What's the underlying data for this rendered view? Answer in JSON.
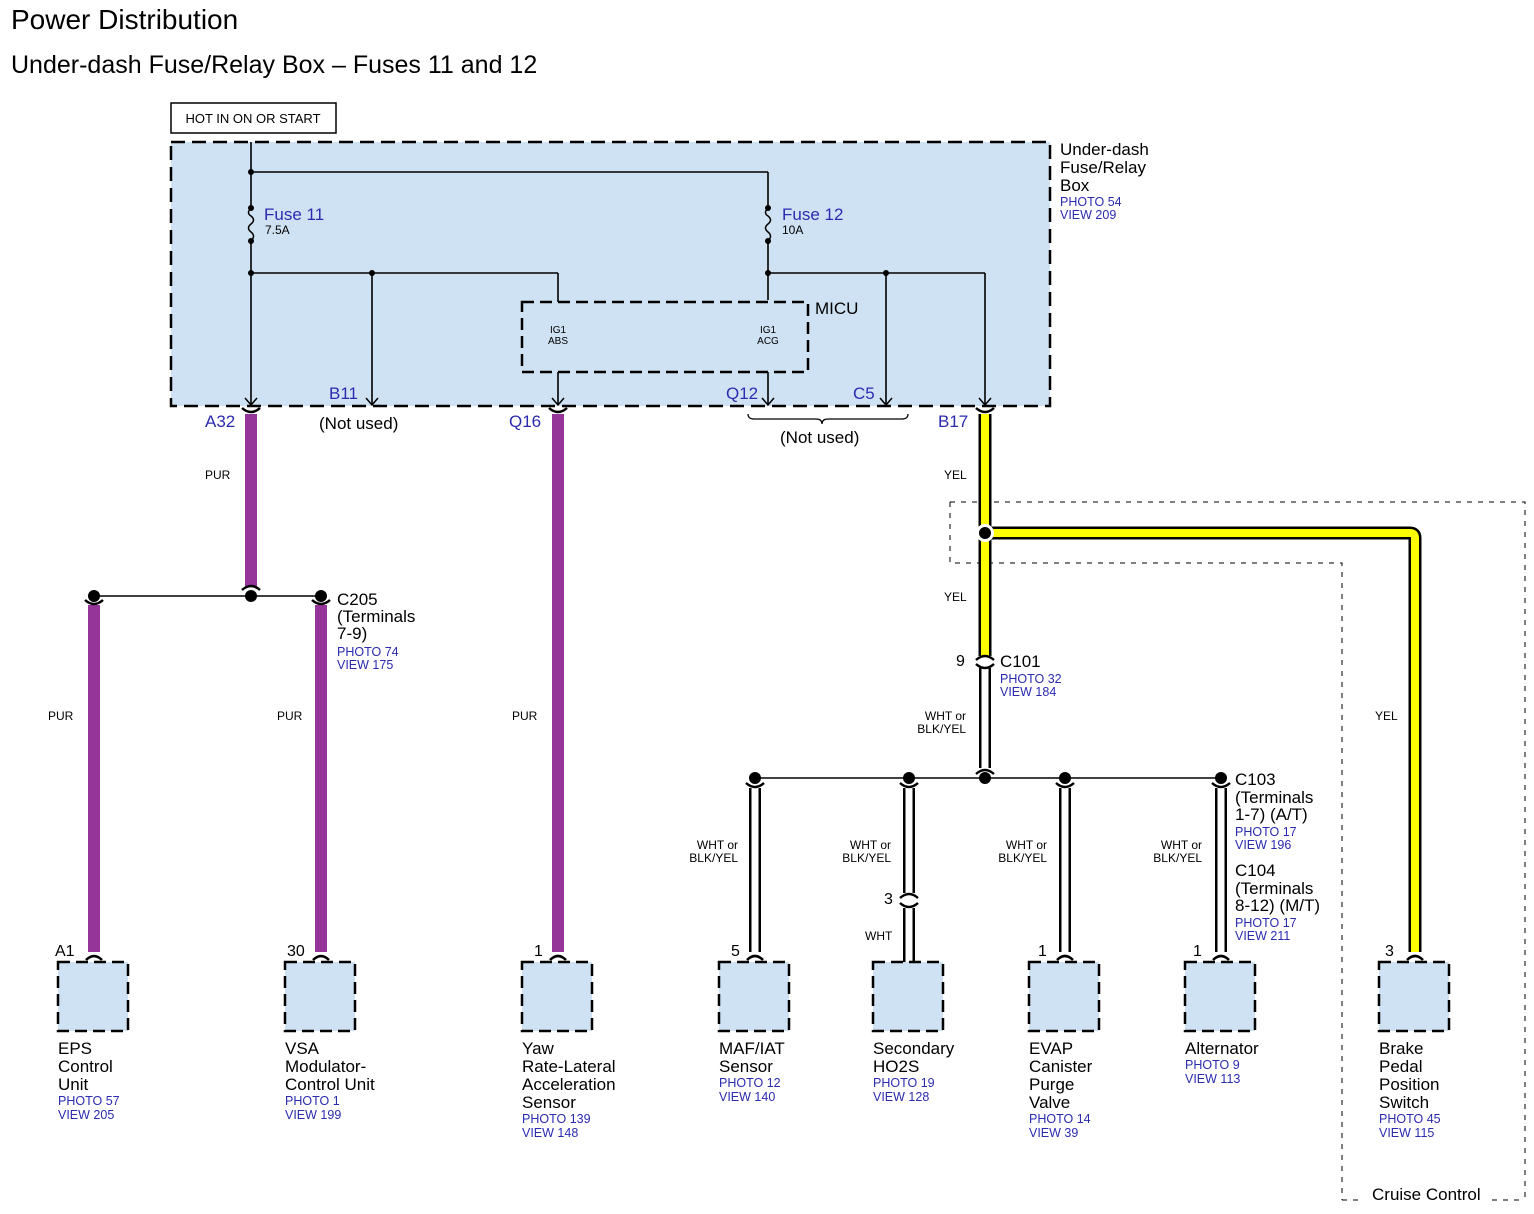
{
  "header": {
    "title": "Power Distribution",
    "subtitle": "Under-dash Fuse/Relay Box – Fuses 11 and 12"
  },
  "power_source": {
    "label": "HOT IN ON OR START"
  },
  "fuse_box": {
    "name_lines": [
      "Under-dash",
      "Fuse/Relay",
      "Box"
    ],
    "refs": [
      "PHOTO 54",
      "VIEW 209"
    ],
    "fill_color": "#cfe2f3"
  },
  "fuses": [
    {
      "name": "Fuse 11",
      "rating": "7.5A"
    },
    {
      "name": "Fuse 12",
      "rating": "10A"
    }
  ],
  "micu": {
    "label": "MICU",
    "circuits": [
      {
        "lines": [
          "IG1",
          "ABS"
        ]
      },
      {
        "lines": [
          "IG1",
          "ACG"
        ]
      }
    ]
  },
  "terminals": {
    "A32": "A32",
    "B11": "B11",
    "Q16": "Q16",
    "Q12": "Q12",
    "C5": "C5",
    "B17": "B17"
  },
  "not_used": [
    "(Not used)",
    "(Not used)"
  ],
  "wire_colors": {
    "PUR": "#953599",
    "YEL": "#ffff00",
    "WHT": "#ffffff"
  },
  "wire_labels": {
    "a32": "PUR",
    "eps": "PUR",
    "vsa": "PUR",
    "yaw": "PUR",
    "b17_upper": "YEL",
    "b17_lower": "YEL",
    "c101_down": [
      "WHT or",
      "BLK/YEL"
    ],
    "maf": [
      "WHT or",
      "BLK/YEL"
    ],
    "ho2s": [
      "WHT or",
      "BLK/YEL"
    ],
    "ho2s_lower": "WHT",
    "evap": [
      "WHT or",
      "BLK/YEL"
    ],
    "alt": [
      "WHT or",
      "BLK/YEL"
    ],
    "brake": "YEL"
  },
  "connectors": {
    "c205": {
      "lines": [
        "C205",
        "(Terminals",
        "7-9)"
      ],
      "refs": [
        "PHOTO 74",
        "VIEW 175"
      ]
    },
    "c101": {
      "name": "C101",
      "pin": "9",
      "refs": [
        "PHOTO 32",
        "VIEW 184"
      ]
    },
    "c103": {
      "lines": [
        "C103",
        "(Terminals",
        "1-7) (A/T)"
      ],
      "refs": [
        "PHOTO 17",
        "VIEW 196"
      ]
    },
    "c104": {
      "lines": [
        "C104",
        "(Terminals",
        "8-12) (M/T)"
      ],
      "refs": [
        "PHOTO 17",
        "VIEW 211"
      ]
    },
    "ho2s_inline_pin": "3"
  },
  "components": [
    {
      "id": "eps",
      "pin": "A1",
      "name_lines": [
        "EPS",
        "Control",
        "Unit"
      ],
      "refs": [
        "PHOTO 57",
        "VIEW 205"
      ]
    },
    {
      "id": "vsa",
      "pin": "30",
      "name_lines": [
        "VSA",
        "Modulator-",
        "Control Unit"
      ],
      "refs": [
        "PHOTO 1",
        "VIEW 199"
      ]
    },
    {
      "id": "yaw",
      "pin": "1",
      "name_lines": [
        "Yaw",
        "Rate-Lateral",
        "Acceleration",
        "Sensor"
      ],
      "refs": [
        "PHOTO 139",
        "VIEW 148"
      ]
    },
    {
      "id": "maf",
      "pin": "5",
      "name_lines": [
        "MAF/IAT",
        "Sensor"
      ],
      "refs": [
        "PHOTO 12",
        "VIEW 140"
      ]
    },
    {
      "id": "ho2s",
      "pin": "",
      "name_lines": [
        "Secondary",
        "HO2S"
      ],
      "refs": [
        "PHOTO 19",
        "VIEW 128"
      ]
    },
    {
      "id": "evap",
      "pin": "1",
      "name_lines": [
        "EVAP",
        "Canister",
        "Purge",
        "Valve"
      ],
      "refs": [
        "PHOTO 14",
        "VIEW 39"
      ]
    },
    {
      "id": "alt",
      "pin": "1",
      "name_lines": [
        "Alternator"
      ],
      "refs": [
        "PHOTO 9",
        "VIEW 113"
      ]
    },
    {
      "id": "brake",
      "pin": "3",
      "name_lines": [
        "Brake",
        "Pedal",
        "Position",
        "Switch"
      ],
      "refs": [
        "PHOTO 45",
        "VIEW 115"
      ]
    }
  ],
  "option_region": {
    "label": "Cruise Control"
  }
}
